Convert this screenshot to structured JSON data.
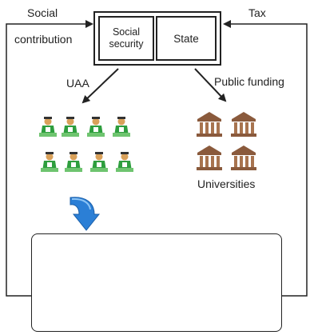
{
  "labels": {
    "social": "Social",
    "contribution": "contribution",
    "tax": "Tax",
    "social_security": "Social\nsecurity",
    "state": "State",
    "uaa": "UAA",
    "public_funding": "Public funding",
    "universities": "Universities"
  },
  "colors": {
    "line": "#222222",
    "student_green": "#2e9e3e",
    "student_skin": "#d9a15a",
    "building": "#8a5a3c",
    "arrow_blue": "#2b7fd6"
  },
  "icons": {
    "students": "student-icon",
    "universities": "university-building-icon",
    "workers": "worker-with-briefcase-icon",
    "factories": "factory-icon",
    "transition_arrow": "curved-arrow-down-icon"
  }
}
